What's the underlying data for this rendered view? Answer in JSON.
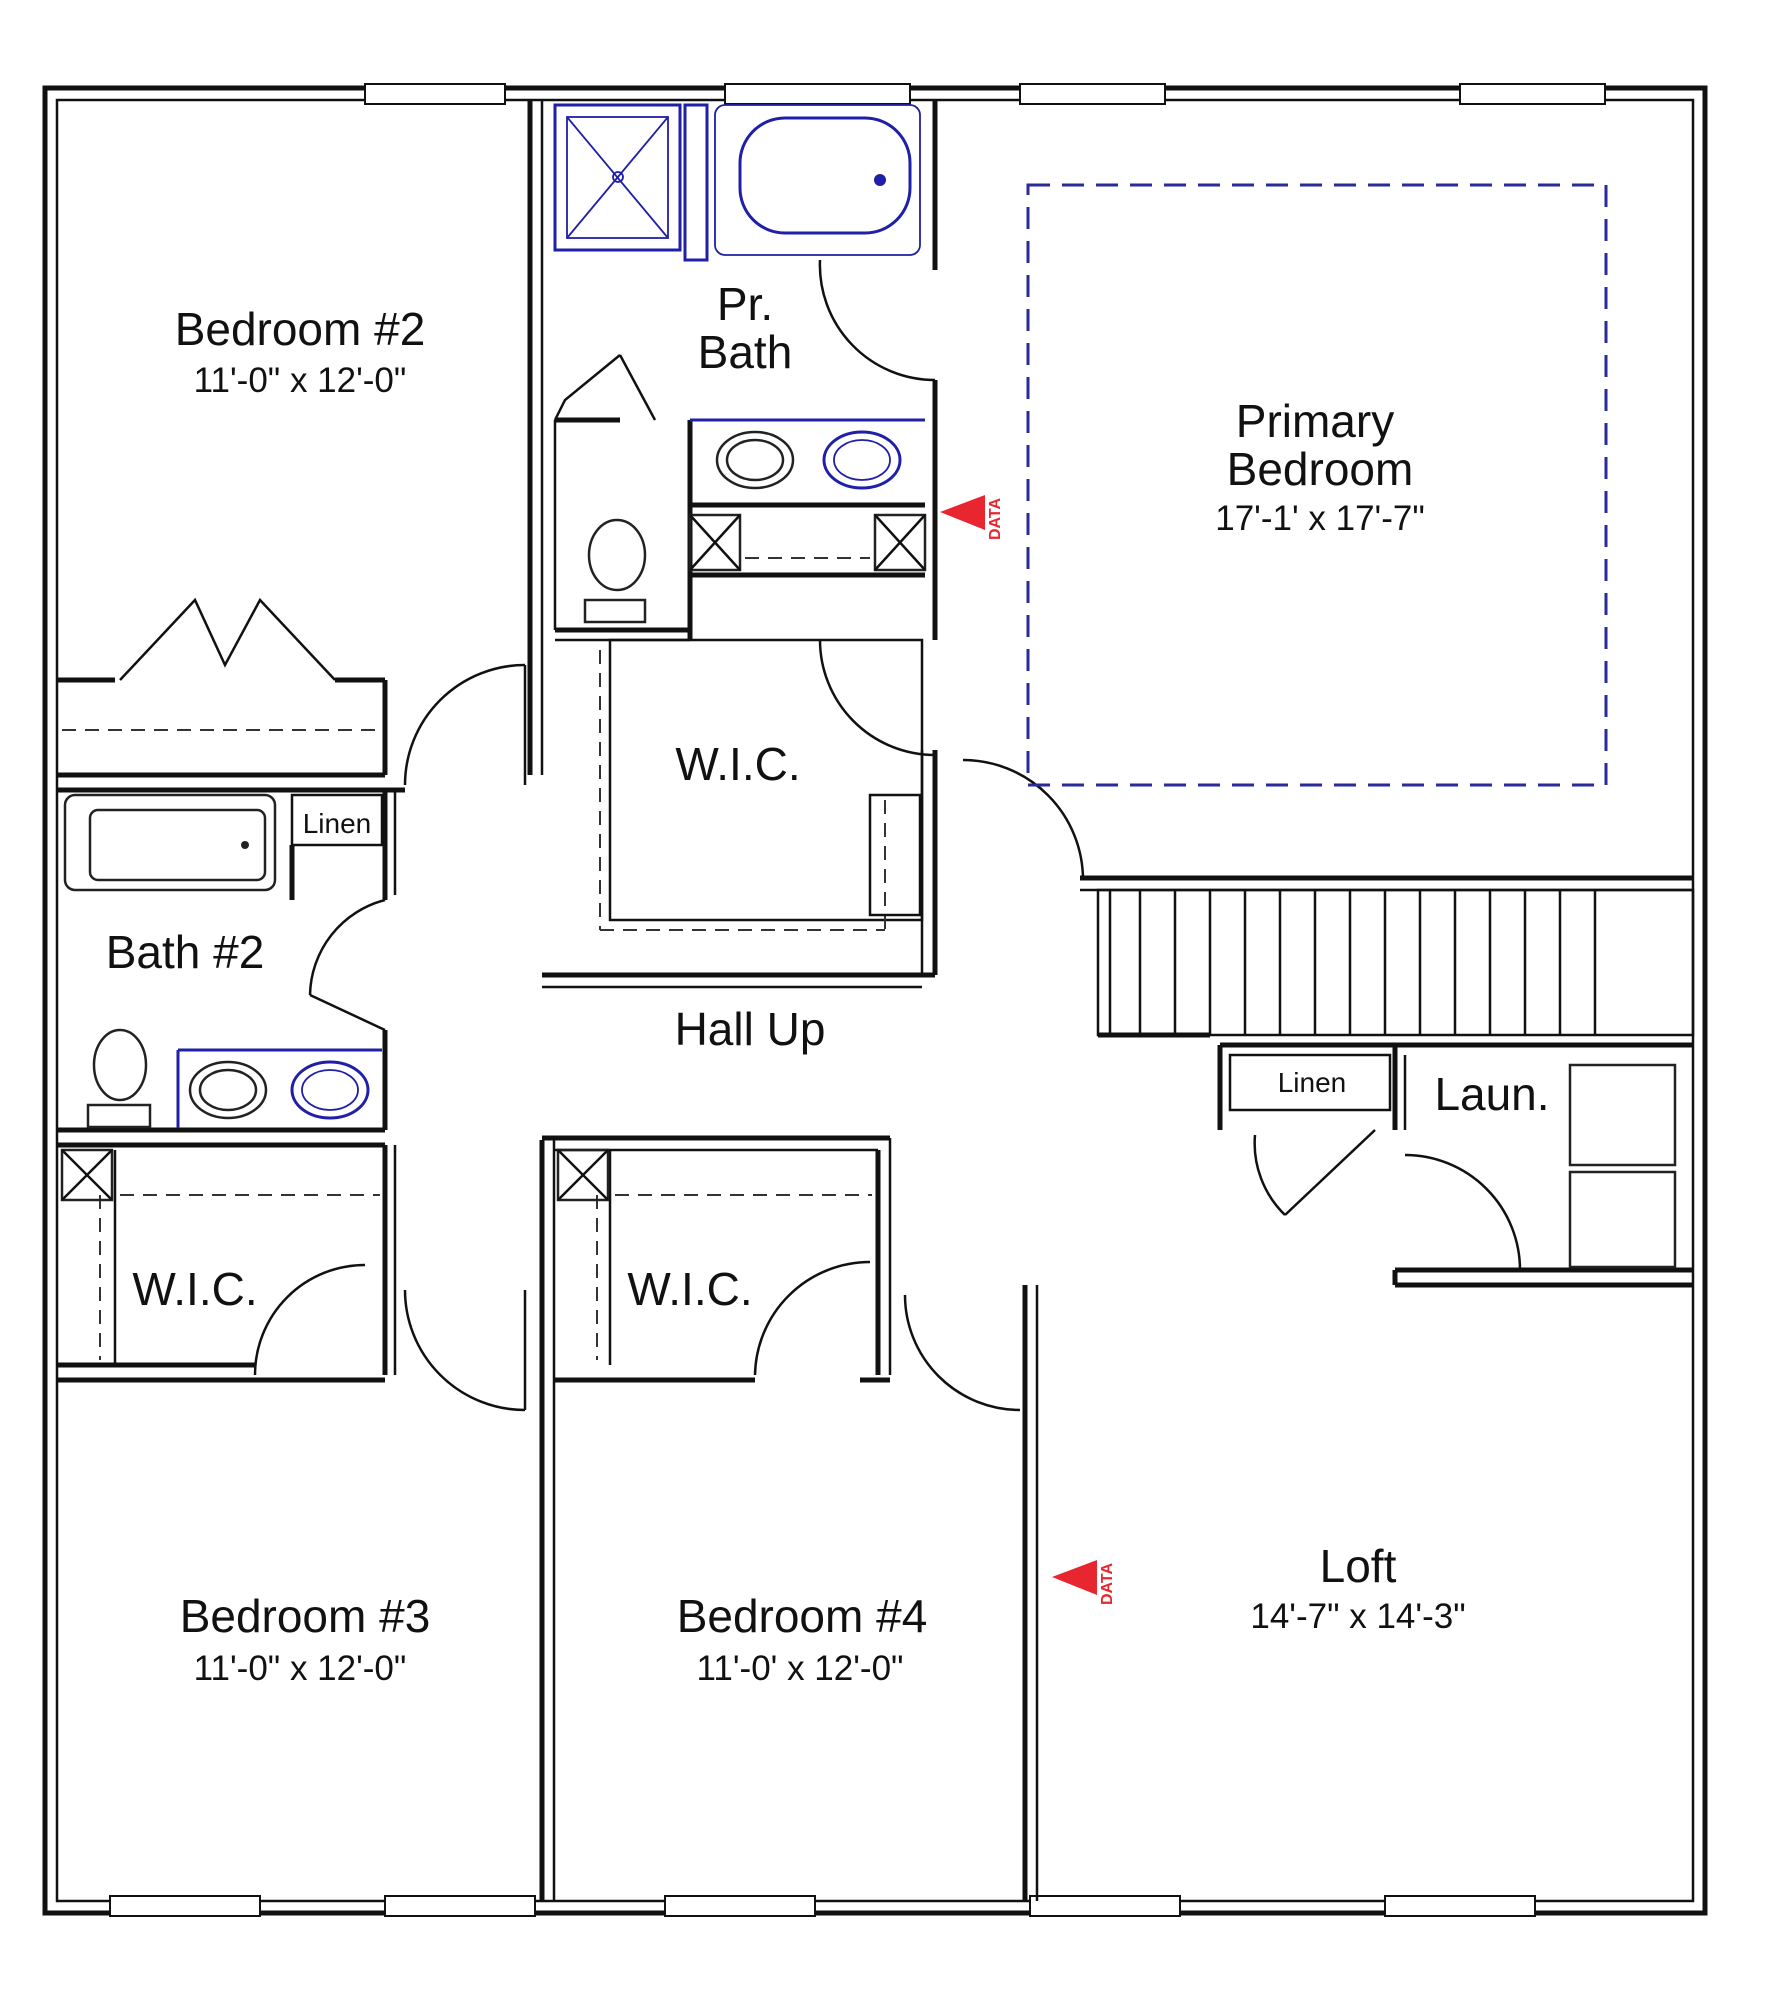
{
  "rooms": {
    "bedroom2": {
      "name": "Bedroom #2",
      "size": "11'-0\" x 12'-0\""
    },
    "pr_bath": {
      "name_line1": "Pr.",
      "name_line2": "Bath"
    },
    "primary_bedroom": {
      "name_line1": "Primary",
      "name_line2": "Bedroom",
      "size": "17'-1' x 17'-7\""
    },
    "wic_primary": {
      "name": "W.I.C."
    },
    "bath2": {
      "name": "Bath #2"
    },
    "linen_hall": {
      "name": "Linen"
    },
    "hall": {
      "name": "Hall Up"
    },
    "linen_laundry": {
      "name": "Linen"
    },
    "laundry": {
      "name": "Laun."
    },
    "wic_bed3": {
      "name": "W.I.C."
    },
    "wic_bed4": {
      "name": "W.I.C."
    },
    "bedroom3": {
      "name": "Bedroom #3",
      "size": "11'-0\" x 12'-0\""
    },
    "bedroom4": {
      "name": "Bedroom #4",
      "size": "11'-0' x 12'-0\""
    },
    "loft": {
      "name": "Loft",
      "size": "14'-7\" x 14'-3\""
    }
  },
  "markers": [
    {
      "label": "DATA"
    },
    {
      "label": "DATA"
    }
  ],
  "colors": {
    "wall": "#111111",
    "fixture": "#1f1fa8",
    "ceiling_outline": "#2a2a9a",
    "data_marker": "#e8262f"
  }
}
